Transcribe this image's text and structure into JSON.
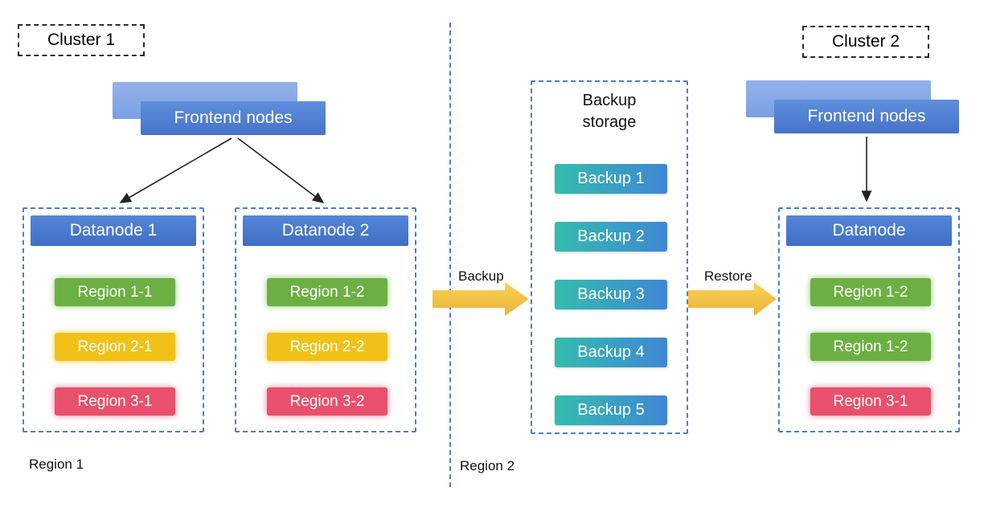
{
  "cluster1": {
    "label": "Cluster 1",
    "frontend": "Frontend nodes",
    "datanodes": [
      {
        "title": "Datanode 1",
        "regions": [
          {
            "label": "Region 1-1",
            "color": "green"
          },
          {
            "label": "Region 2-1",
            "color": "yellow"
          },
          {
            "label": "Region 3-1",
            "color": "red"
          }
        ]
      },
      {
        "title": "Datanode 2",
        "regions": [
          {
            "label": "Region 1-2",
            "color": "green"
          },
          {
            "label": "Region 2-2",
            "color": "yellow"
          },
          {
            "label": "Region 3-2",
            "color": "red"
          }
        ]
      }
    ]
  },
  "cluster2": {
    "label": "Cluster 2",
    "frontend": "Frontend nodes",
    "datanode": {
      "title": "Datanode",
      "regions": [
        {
          "label": "Region 1-2",
          "color": "green"
        },
        {
          "label": "Region 1-2",
          "color": "green"
        },
        {
          "label": "Region 3-1",
          "color": "red"
        }
      ]
    }
  },
  "backup_storage": {
    "title": "Backup storage",
    "items": [
      "Backup 1",
      "Backup 2",
      "Backup 3",
      "Backup 4",
      "Backup 5"
    ]
  },
  "flows": {
    "backup": "Backup",
    "restore": "Restore"
  },
  "footnotes": {
    "region1": "Region 1",
    "region2": "Region 2"
  },
  "colors": {
    "dashed_container_blue": "#4a7fd1",
    "node_header_blue": "#4673c8",
    "frontend_back_blue": "#86a9e6",
    "region_green": "#6cb043",
    "region_yellow": "#f2c118",
    "region_red": "#e9506b",
    "backup_gradient_teal": "#35bcae",
    "backup_gradient_blue": "#3e87d4",
    "arrow_gold": "#f0bf43",
    "connector_black": "#222222"
  }
}
